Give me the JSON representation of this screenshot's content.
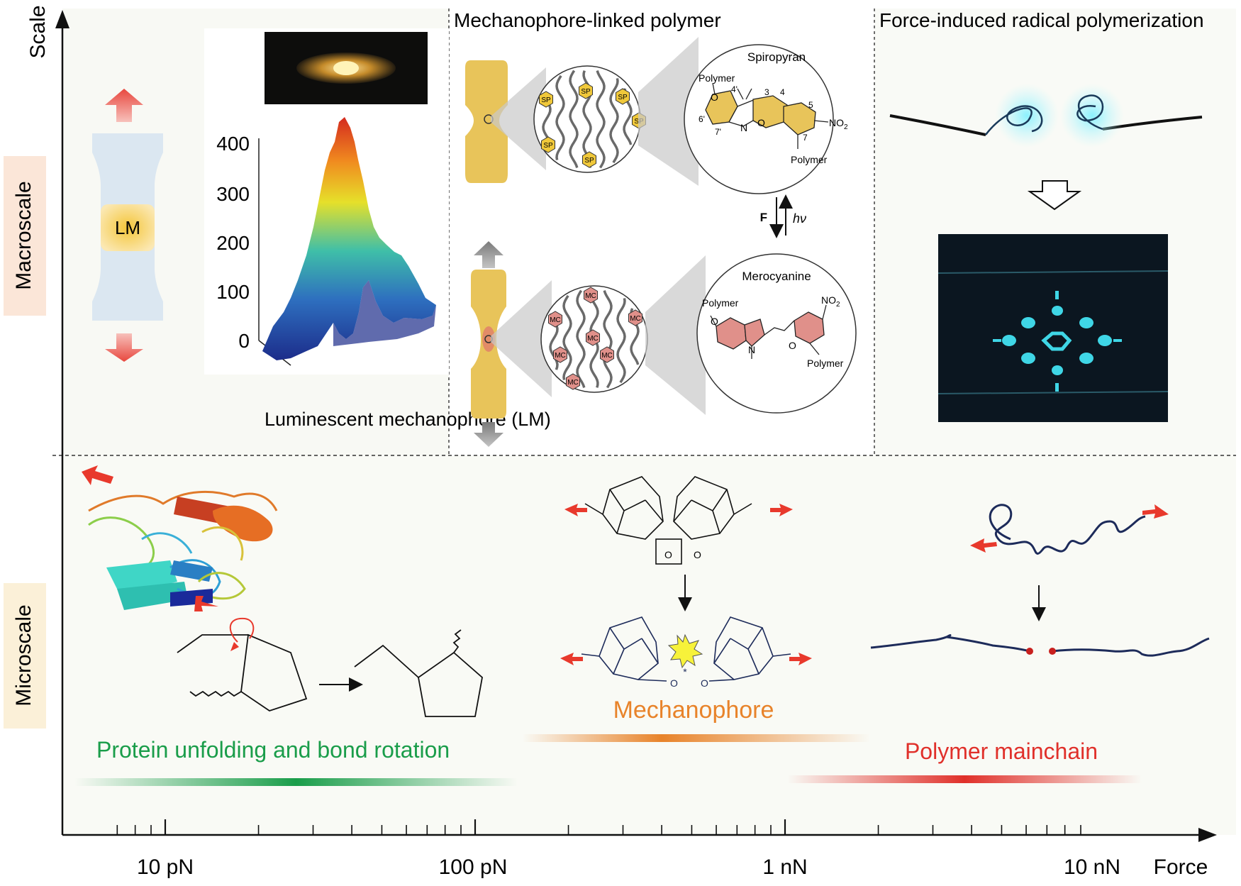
{
  "axes": {
    "y_label": "Scale",
    "x_label": "Force",
    "ticks_major": [
      "10 pN",
      "100 pN",
      "1 nN",
      "10 nN"
    ]
  },
  "scale_regions": {
    "macro": "Macroscale",
    "micro": "Microscale"
  },
  "macro_panels": {
    "lm": {
      "caption": "Luminescent mechanophore (LM)",
      "tag": "LM",
      "plot_ticks": [
        "400",
        "300",
        "200",
        "100",
        "0"
      ]
    },
    "mechanophore_polymer": {
      "title": "Mechanophore-linked polymer",
      "spiropyran": "Spiropyran",
      "merocyanine": "Merocyanine",
      "polymer": "Polymer",
      "no2": "NO",
      "no2_sub": "2",
      "f": "F",
      "hv": "hν",
      "sp": "SP",
      "mc": "MC",
      "n_label": "N",
      "o_label": "O",
      "nums": [
        "4'",
        "3",
        "4",
        "5",
        "6'",
        "7'",
        "7"
      ]
    },
    "radical": {
      "title": "Force-induced radical polymerization"
    }
  },
  "micro_labels": {
    "protein": "Protein unfolding and  bond rotation",
    "mechanophore": "Mechanophore",
    "polymer_mainchain": "Polymer mainchain",
    "o": "O",
    "star": "*"
  },
  "colors": {
    "protein_green": "#1a9d4a",
    "mechanophore_orange": "#e8832a",
    "mainchain_red": "#e0302a",
    "gold": "#e8c45a",
    "navy": "#1d2b5a",
    "cyan": "#3fd6e6",
    "arrow_red": "#e8392c"
  }
}
